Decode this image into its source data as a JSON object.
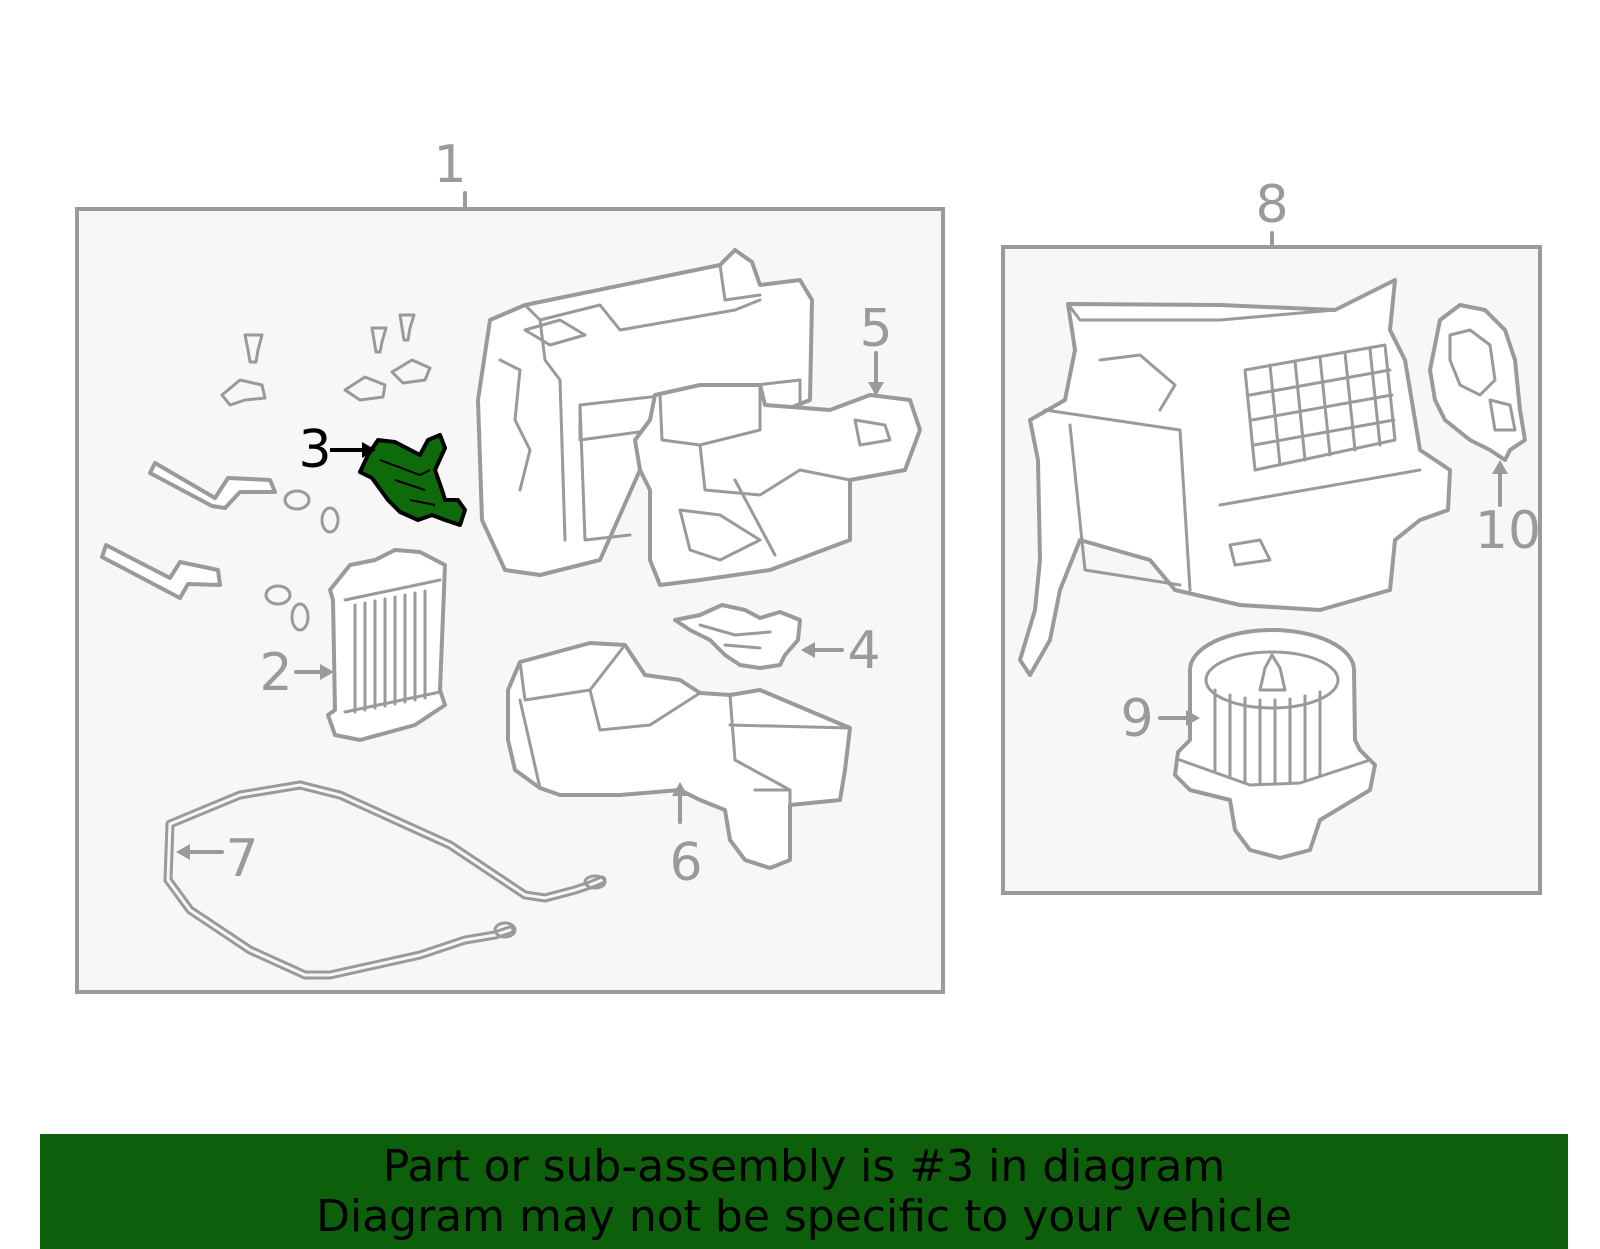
{
  "callouts": {
    "c1": "1",
    "c2": "2",
    "c3": "3",
    "c4": "4",
    "c5": "5",
    "c6": "6",
    "c7": "7",
    "c8": "8",
    "c9": "9",
    "c10": "10"
  },
  "highlight_part": "3",
  "colors": {
    "highlight": "#0e6b0c",
    "banner": "#0e5f0c",
    "line": "#9a9a9a",
    "panel": "#f7f7f7"
  },
  "banner": {
    "line1": "Part or sub-assembly is #3 in diagram",
    "line2": "Diagram may not be specific to your vehicle"
  }
}
